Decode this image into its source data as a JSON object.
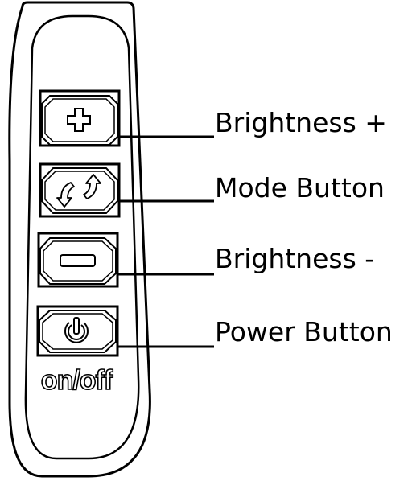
{
  "remote": {
    "on_off_text": "on/off",
    "outline_color": "#000000",
    "button_face_color": "#ffffff"
  },
  "buttons": [
    {
      "label": "Brightness +",
      "icon": "plus-icon"
    },
    {
      "label": "Mode Button",
      "icon": "cycle-arrows-icon"
    },
    {
      "label": "Brightness -",
      "icon": "minus-icon"
    },
    {
      "label": "Power Button",
      "icon": "power-icon"
    }
  ]
}
